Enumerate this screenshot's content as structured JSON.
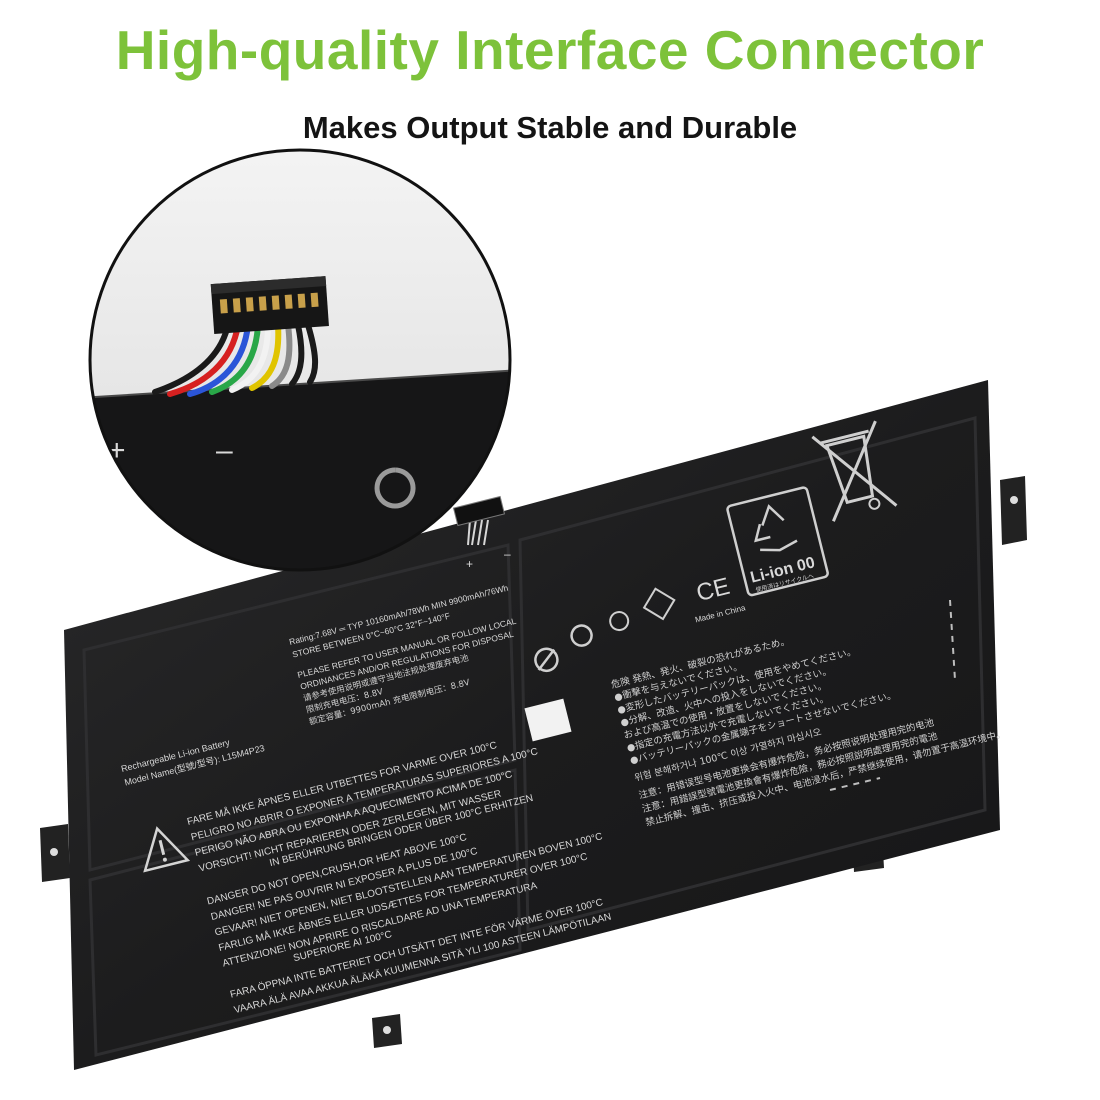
{
  "header": {
    "title": "High-quality Interface Connector",
    "subtitle": "Makes Output Stable and Durable"
  },
  "colors": {
    "title_green": "#7dc23a",
    "battery_body": "#1e1e1f",
    "label_text": "#d9d9d9"
  },
  "inset": {
    "plus_label": "+",
    "minus_label": "–"
  },
  "battery": {
    "terminal_plus": "+",
    "terminal_minus": "–",
    "spec_lines": [
      "Rating:7.68V ═ TYP 10160mAh/78Wh  MIN 9900mAh/76Wh",
      "STORE BETWEEN 0°C~60°C  32°F~140°F",
      "PLEASE REFER TO USER MANUAL OR FOLLOW LOCAL",
      "ORDINANCES AND/OR REGULATIONS FOR DISPOSAL",
      "请参考使用说明或遵守当地法规处理废弃电池",
      "限制充电电压：8.8V",
      "额定容量：9900mAh   充电限制电压：8.8V"
    ],
    "model_lines": [
      "Rechargeable Li-ion Battery",
      "Model Name(型號/型号): L15M4P23"
    ],
    "made_in": "Made in China",
    "li_ion": "Li-ion 00",
    "li_ion_sub": "使用済はリサイクルへ",
    "ce_mark": "CE",
    "warning_lines": [
      "FARE   MÅ IKKE ÅPNES ELLER UTBETTES FOR VARME OVER 100°C",
      "PELIGRO   NO ABRIR O EXPONER A TEMPERATURAS SUPERIORES A 100°C",
      "PERIGO   NÃO ABRA OU EXPONHA A AQUECIMENTO  ACIMA DE 100°C",
      "VORSICHT!   NICHT REPARIEREN ODER ZERLEGEN, MIT WASSER",
      "IN BERÜHRUNG BRINGEN ODER ÜBER 100°C ERHITZEN",
      "DANGER   DO NOT OPEN,CRUSH,OR HEAT ABOVE 100°C",
      "DANGER!   NE PAS OUVRIR NI EXPOSER A PLUS DE 100°C",
      "GEVAAR!   NIET OPENEN, NIET BLOOTSTELLEN  AAN TEMPERATUREN BOVEN 100°C",
      "FARLIG   MÅ IKKE ÅBNES ELLER UDSÆTTES FOR TEMPERATURER OVER 100°C",
      "ATTENZIONE!   NON APRIRE O RISCALDARE AD UNA TEMPERATURA",
      "SUPERIORE AI 100°C",
      "FARA   ÖPPNA INTE BATTERIET OCH UTSÄTT DET INTE FÖR VÄRME ÖVER 100°C",
      "VAARA   ÄLÄ AVAA AKKUA ÄLÄKÄ KUUMENNA SITÄ YLI 100 ASTEEN LÄMPÖTILAAN"
    ],
    "jp_cn_lines": [
      "危険  発熱、発火、破裂の恐れがあるため。",
      "●衝撃を与えないでください。",
      "●変形したバッテリーパックは、使用をやめてください。",
      "●分解、改造、火中への投入をしないでください。",
      "および高温での使用・放置をしないでください。",
      "●指定の充電方法以外で充電しないでください。",
      "●バッテリーパックの金属端子をショートさせないでください。",
      "위험  분해하거나 100℃ 이상 가열하지 마십시오",
      "注意：用错误型号电池更换会有爆炸危险，务必按照说明处理用完的电池",
      "注意：用錯誤型號電池更換會有爆炸危險，務必按照說明處理用完的電池",
      "禁止拆解、撞击、挤压或投入火中、电池浸水后，严禁继续使用，请勿置于高温环境中。"
    ]
  }
}
